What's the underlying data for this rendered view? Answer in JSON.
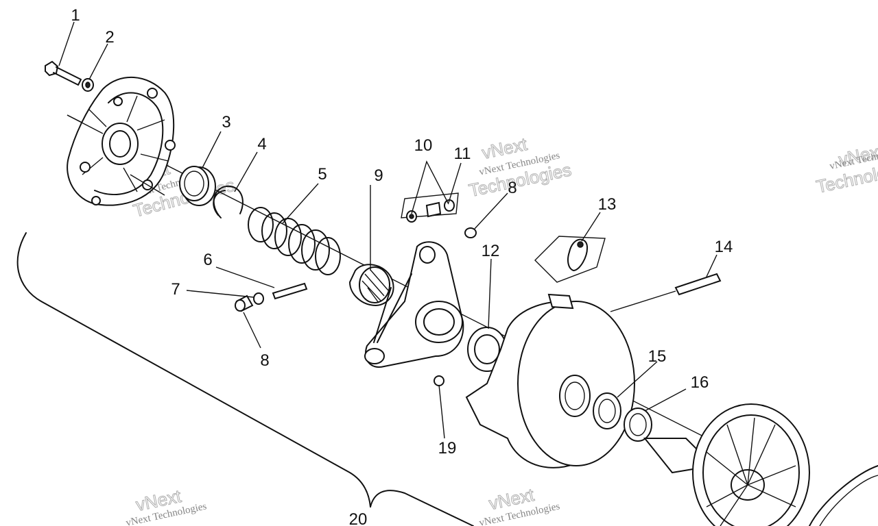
{
  "callouts": [
    {
      "id": "c1",
      "text": "1"
    },
    {
      "id": "c2",
      "text": "2"
    },
    {
      "id": "c3",
      "text": "3"
    },
    {
      "id": "c4",
      "text": "4"
    },
    {
      "id": "c5",
      "text": "5"
    },
    {
      "id": "c6",
      "text": "6"
    },
    {
      "id": "c7",
      "text": "7"
    },
    {
      "id": "c8a",
      "text": "8"
    },
    {
      "id": "c8b",
      "text": "8"
    },
    {
      "id": "c9",
      "text": "9"
    },
    {
      "id": "c10",
      "text": "10"
    },
    {
      "id": "c11",
      "text": "11"
    },
    {
      "id": "c12",
      "text": "12"
    },
    {
      "id": "c13",
      "text": "13"
    },
    {
      "id": "c14",
      "text": "14"
    },
    {
      "id": "c15",
      "text": "15"
    },
    {
      "id": "c16",
      "text": "16"
    },
    {
      "id": "c19",
      "text": "19"
    },
    {
      "id": "c20",
      "text": "20"
    }
  ],
  "watermark": {
    "brand": "vNext",
    "full": "vNext Technologies",
    "word": "Technologies"
  }
}
